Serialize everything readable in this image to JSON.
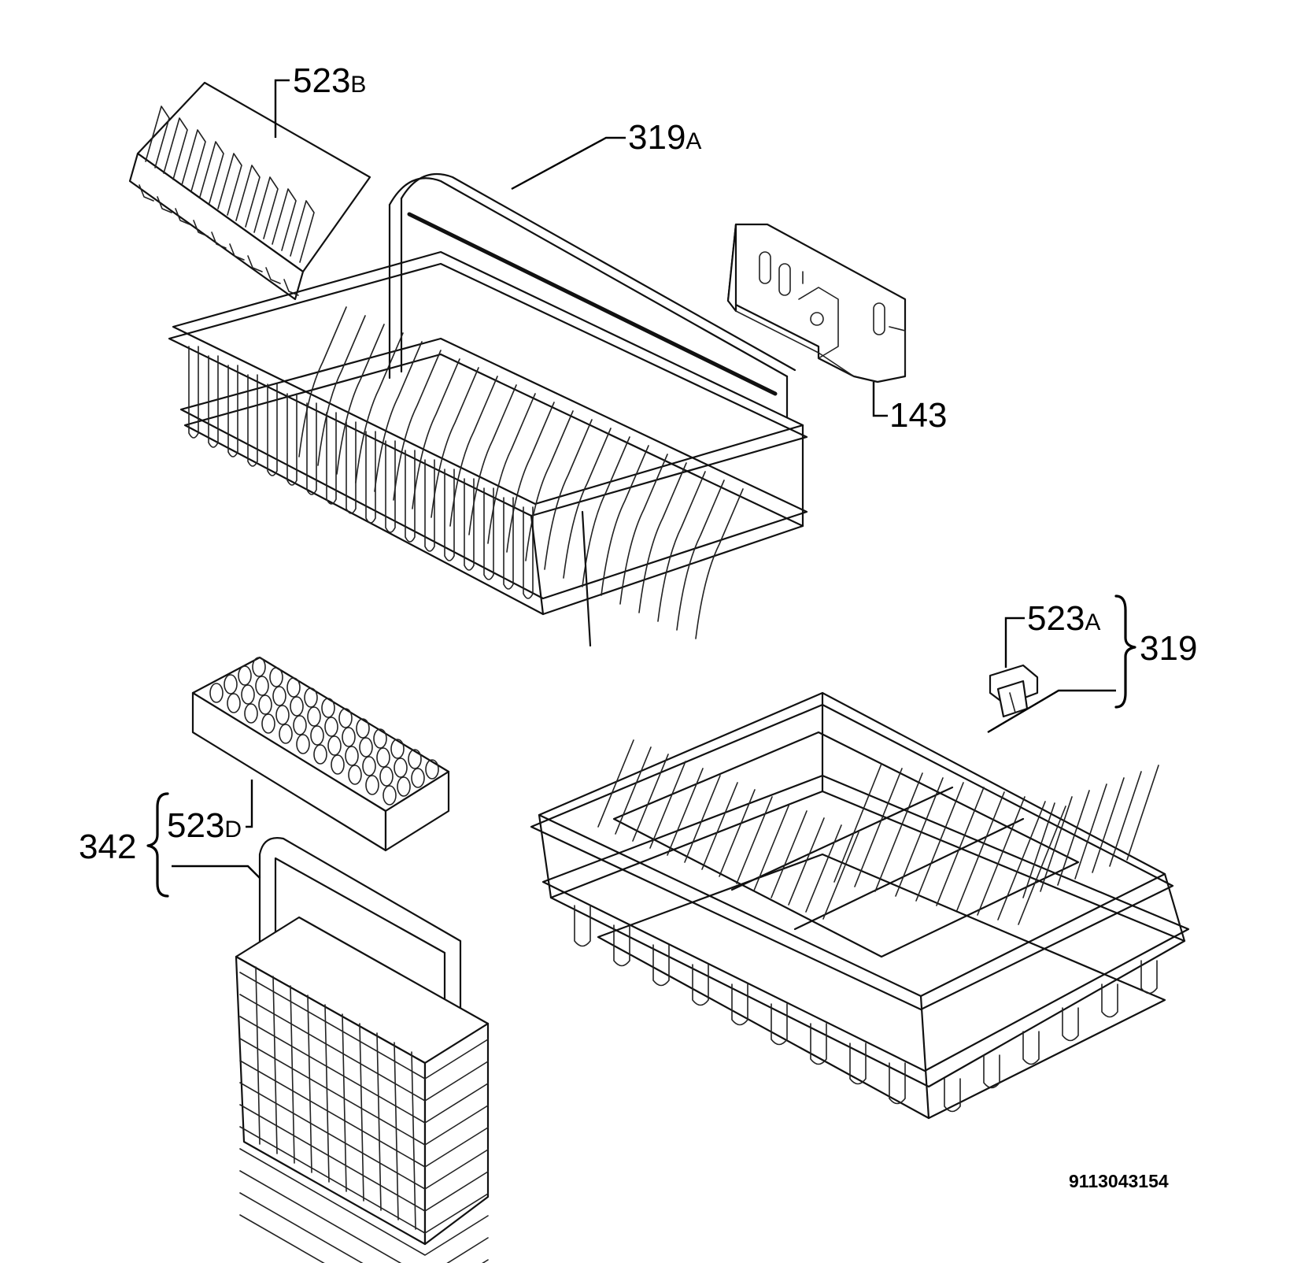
{
  "callouts": [
    {
      "id": "523b",
      "main": "523",
      "suffix": "B"
    },
    {
      "id": "319a",
      "main": "319",
      "suffix": "A"
    },
    {
      "id": "143",
      "main": "143",
      "suffix": ""
    },
    {
      "id": "523a",
      "main": "523",
      "suffix": "A"
    },
    {
      "id": "319",
      "main": "319",
      "suffix": ""
    },
    {
      "id": "523d",
      "main": "523",
      "suffix": "D"
    },
    {
      "id": "342",
      "main": "342",
      "suffix": ""
    }
  ],
  "document_number": "9113043154",
  "colors": {
    "line": "#000000",
    "background": "#ffffff"
  }
}
